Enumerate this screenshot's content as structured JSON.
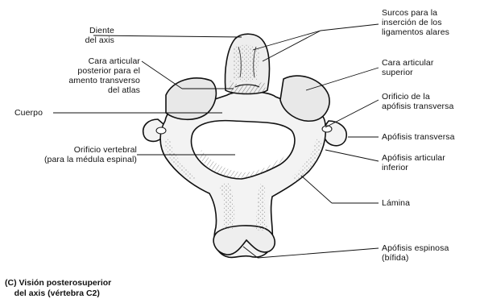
{
  "labels": {
    "diente_axis": "Diente\ndel axis",
    "cara_articular_posterior": "Cara articular\nposterior para el\namento transverso\ndel atlas",
    "cuerpo": "Cuerpo",
    "orificio_vertebral": "Orificio vertebral\n(para la médula espinal)",
    "surcos": "Surcos para la\ninserción de los\nligamentos alares",
    "cara_articular_superior": "Cara articular\nsuperior",
    "orificio_apofisis": "Orificio de la\napófisis transversa",
    "apofisis_transversa": "Apófisis transversa",
    "apofisis_articular_inferior": "Apófisis articular\ninferior",
    "lamina": "Lámina",
    "apofisis_espinosa": "Apófisis espinosa\n(bífida)"
  },
  "caption": "(C) Visión posterosuperior\n    del axis (vértebra C2)",
  "colors": {
    "ink": "#111111",
    "bone": "#f2f2f2",
    "shade": "#9a9a9a"
  }
}
